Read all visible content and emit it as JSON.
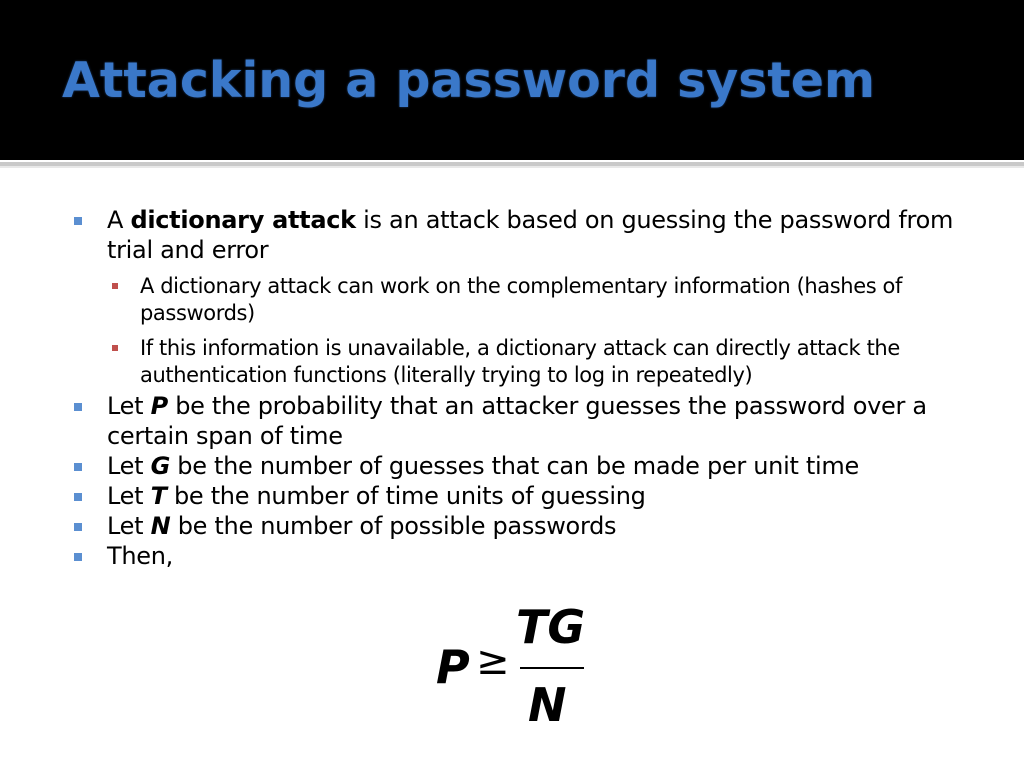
{
  "slide": {
    "title": "Attacking a password system",
    "bullets": [
      {
        "pre": "A ",
        "bold": "dictionary attack",
        "post": " is an attack based on guessing the password from trial and error",
        "subs": [
          "A dictionary attack can work on the complementary information (hashes of passwords)",
          "If this information is unavailable, a dictionary attack can directly attack the authentication functions (literally trying to log in repeatedly)"
        ]
      },
      {
        "pre": "Let ",
        "var": "P",
        "post": " be the probability that an attacker guesses the password over a certain span of time"
      },
      {
        "pre": "Let ",
        "var": "G",
        "post": " be the number of guesses that can be made per unit time"
      },
      {
        "pre": "Let ",
        "var": "T",
        "post": " be the number of time units of guessing"
      },
      {
        "pre": "Let ",
        "var": "N",
        "post": " be the number of possible passwords"
      },
      {
        "text": "Then,"
      }
    ],
    "formula": {
      "lhs": "P",
      "relation": "≥",
      "numerator": "TG",
      "denominator": "N"
    }
  },
  "colors": {
    "title": "#3a78c9",
    "title_bar": "#000000",
    "level1_bullet": "#5b8fd1",
    "level2_bullet": "#c0504d"
  }
}
